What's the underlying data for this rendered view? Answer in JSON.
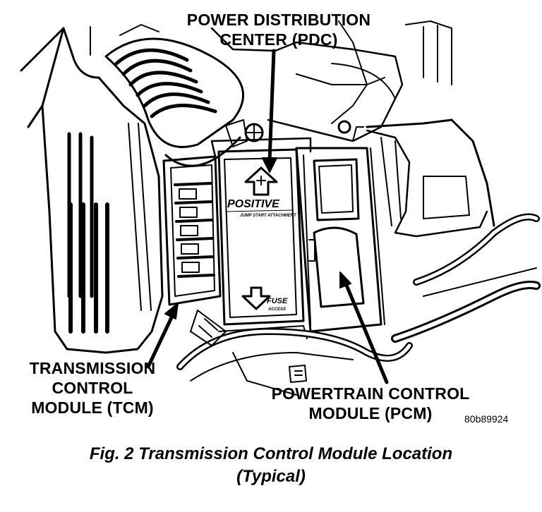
{
  "labels": {
    "pdc": [
      "POWER DISTRIBUTION",
      "CENTER (PDC)"
    ],
    "tcm": [
      "TRANSMISSION",
      "CONTROL",
      "MODULE (TCM)"
    ],
    "pcm": [
      "POWERTRAIN CONTROL",
      "MODULE (PCM)"
    ],
    "ref": "80b89924"
  },
  "box_markings": {
    "positive": "POSITIVE",
    "jump_start": "JUMP START ATTACHMENT",
    "fuse": "FUSE",
    "fuse_access": "ACCESS"
  },
  "caption": {
    "line1": "Fig. 2 Transmission Control Module Location",
    "line2": "(Typical)"
  },
  "colors": {
    "ink": "#000000",
    "paper": "#ffffff"
  }
}
